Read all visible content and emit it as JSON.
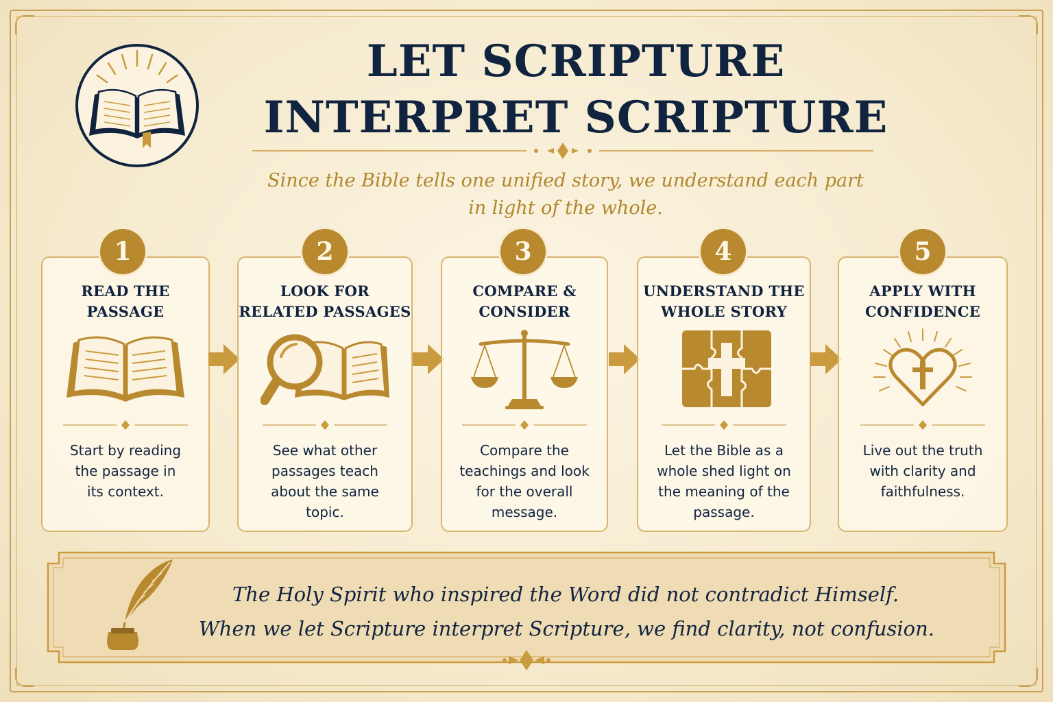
{
  "title": {
    "line1": "LET SCRIPTURE",
    "line2": "INTERPRET SCRIPTURE"
  },
  "subtitle": {
    "line1": "Since the Bible tells one unified story, we understand each part",
    "line2": "in light of the whole."
  },
  "steps": [
    {
      "number": "1",
      "title": [
        "READ THE",
        "PASSAGE"
      ],
      "icon": "open-book-icon",
      "description": [
        "Start by reading",
        "the passage in",
        "its context."
      ]
    },
    {
      "number": "2",
      "title": [
        "LOOK FOR",
        "RELATED PASSAGES"
      ],
      "icon": "magnifying-glass-book-icon",
      "description": [
        "See what other",
        "passages teach",
        "about the same",
        "topic."
      ]
    },
    {
      "number": "3",
      "title": [
        "COMPARE &",
        "CONSIDER"
      ],
      "icon": "scales-icon",
      "description": [
        "Compare the",
        "teachings and look",
        "for the overall",
        "message."
      ]
    },
    {
      "number": "4",
      "title": [
        "UNDERSTAND THE",
        "WHOLE STORY"
      ],
      "icon": "puzzle-cross-icon",
      "description": [
        "Let the Bible as a",
        "whole shed light on",
        "the meaning of the",
        "passage."
      ]
    },
    {
      "number": "5",
      "title": [
        "APPLY WITH",
        "CONFIDENCE"
      ],
      "icon": "heart-cross-icon",
      "description": [
        "Live out the truth",
        "with clarity and",
        "faithfulness."
      ]
    }
  ],
  "quote": {
    "line1": "The Holy Spirit who inspired the Word did not contradict Himself.",
    "line2": "When we let Scripture interpret Scripture, we find clarity, not confusion."
  },
  "colors": {
    "navy": "#10233f",
    "gold": "#b8892f",
    "parchment": "#f6ebcf"
  }
}
